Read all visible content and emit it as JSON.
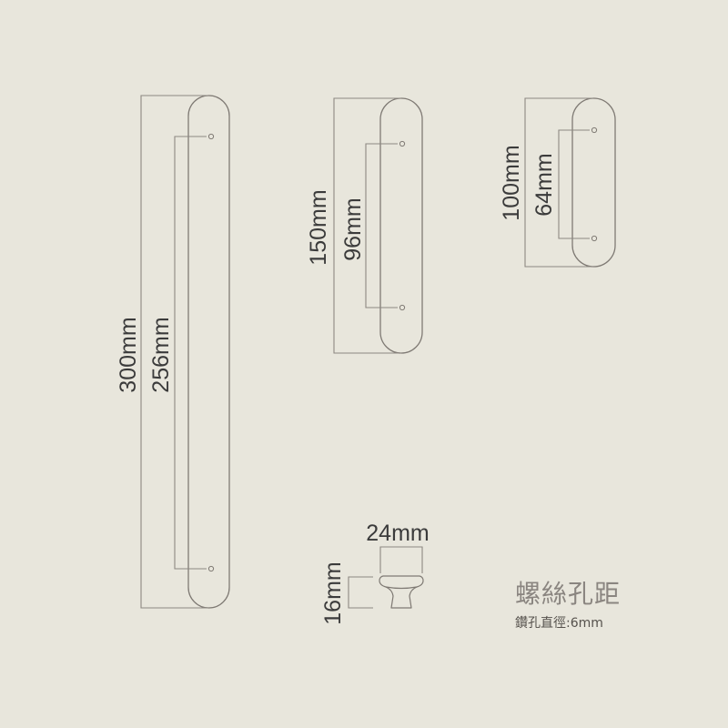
{
  "handles": [
    {
      "overall_length": "300mm",
      "hole_spacing": "256mm"
    },
    {
      "overall_length": "150mm",
      "hole_spacing": "96mm"
    },
    {
      "overall_length": "100mm",
      "hole_spacing": "64mm"
    }
  ],
  "knob": {
    "diameter": "24mm",
    "height": "16mm"
  },
  "note": {
    "title": "螺絲孔距",
    "detail": "鑽孔直徑:6mm"
  },
  "colors": {
    "background": "#e8e6dc",
    "line": "#8d8882",
    "outline": "#7f7a74",
    "text": "#3b3b3b",
    "caption": "#8a8580"
  }
}
